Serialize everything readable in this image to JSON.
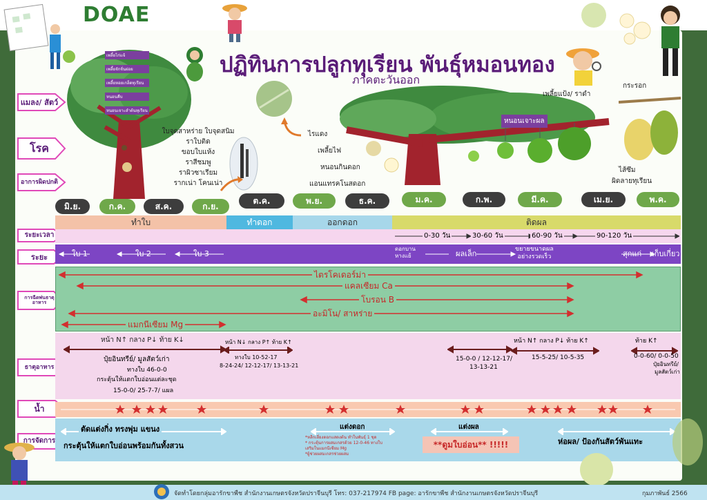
{
  "logo": "DOAE",
  "title": "ปฏิทินการปลูกทุเรียน พันธุ์หมอนทอง",
  "subtitle": "ภาคตะวันออก",
  "side_labels": {
    "pests": "แมลง/ สัตว์",
    "disease": "โรค",
    "disorder": "อาการผิดปกติ",
    "duration": "ระยะเวลา",
    "stage": "ระยะ",
    "nutrient_spray": "การฉีดพ่นธาตุอาหาร",
    "fertilizer": "ธาตุอาหาร",
    "water": "น้ำ",
    "management": "การจัดการ"
  },
  "tree_tags": [
    "เพลี้ยไก่แจ้",
    "เพลี้ยจักจั่นฝอย",
    "เพลี้ยหอยเกล็ดทุเรียน",
    "หนอนคืบ",
    "หนอนเจาะลำต้นทุเรียน"
  ],
  "disease_text": [
    "ใบจุดสาหร่าย ใบจุดสนิม",
    "ราใบติด",
    "ขอบใบแห้ง",
    "ราสีชมพู",
    "ราผิวซาเรียม",
    "รากเน่า โคนเน่า"
  ],
  "center_pests": [
    "ไรแดง",
    "เพลี้ยไฟ",
    "หนอนกินดอก",
    "แอนแทรคโนสดอก"
  ],
  "fruit_borer": "หนอนเจาะผล",
  "right_pests": "เพลี้ยแป้ง/ ราดำ",
  "right_top": "กระรอก",
  "right_bottom": [
    "ไส้ซึม",
    "ผิดลายทุเรียน"
  ],
  "months": [
    "มิ.ย.",
    "ก.ค.",
    "ส.ค.",
    "ก.ย.",
    "ต.ค.",
    "พ.ย.",
    "ธ.ค.",
    "ม.ค.",
    "ก.พ.",
    "มี.ค.",
    "เม.ย.",
    "พ.ค."
  ],
  "stages": [
    "ทำใบ",
    "ทำดอก",
    "ออกดอก",
    "ติดผล"
  ],
  "durations": [
    "0-30 วัน",
    "30-60 วัน",
    "60-90 วัน",
    "90-120 วัน"
  ],
  "stage_row": {
    "leaf1": "ใบ 1",
    "leaf2": "ใบ 2",
    "leaf3": "ใบ 3",
    "bloom_a": "ดอกบาน",
    "bloom_b": "หางแย้",
    "small_fruit": "ผลเล็ก",
    "grow_a": "ขยายขนาดผล",
    "grow_b": "อย่างรวดเร็ว",
    "ripe": "สุกแก่",
    "harvest": "เก็บเกี่ยว"
  },
  "spray": [
    "ไตรโคเดอร์ม่า",
    "แคลเซียม Ca",
    "โบรอน B",
    "อะมิโน/ สาหร่าย",
    "แมกนีเซียม Mg"
  ],
  "fert": {
    "g1_head": "หน้า N↑   กลาง P↓   ท้าย K↓",
    "g1_a": "ปุ๋ยอินทรีย์/ มูลสัตว์เก่า",
    "g1_b": "ทางใบ 46-0-0",
    "g1_c": "กระตุ้นให้แตกใบอ่อนแต่ละชุด",
    "g1_d": "15-0-0/ 25-7-7/ แผล",
    "g2_head": "หน้า N↓  กลาง P↑  ท้าย K↑",
    "g2_a": "ทางใบ 10-52-17",
    "g2_b": "8-24-24/ 12-12-17/ 13-13-21",
    "g3_a": "15-0-0 / 12-12-17/",
    "g3_b": "13-13-21",
    "g4_head": "หน้า N↑  กลาง P↓  ท้าย K↑",
    "g4_a": "15-5-25/ 10-5-35",
    "g5_head": "ท้าย K↑",
    "g5_a": "0-0-60/ 0-0-50",
    "g5_b": "ปุ๋ยอินทรีย์/",
    "g5_c": "มูลสัตว์เก่า"
  },
  "manage": {
    "m1_a": "ตัดแต่งกิ่ง ทรงพุ่ม แขนง",
    "m1_b": "กระตุ้นให้แตกใบอ่อนพร้อมกันทั้งสวน",
    "m2_head": "แต่งดอก",
    "m2_a": "*หลีกเลี่ยงดอกแสดงต้น ทำในพันธุ์ 1 ชุด",
    "m2_b": "* กระตุ้นการผสมเกสรด้วย 12-0-46 ทางใบ",
    "m2_c": "เสริมในแมกนีเซียม Mg",
    "m2_d": "*ผู้ช่วยผสมเกสรช่วยผสม",
    "m3_head": "แต่งผล",
    "m3_note": "**ดูมใบอ่อน** !!!!!",
    "m4": "ห่อผล/ ป้องกันสัตว์พันแทะ"
  },
  "footer": "จัดทำโดยกลุ่มอารักขาพืช สำนักงานเกษตรจังหวัดปราจีนบุรี โทร: 037-217974 FB page: อารักขาพืช สำนักงานเกษตรจังหวัดปราจีนบุรี",
  "date": "กุมภาพันธ์ 2566",
  "colors": {
    "purple": "#5a1c78",
    "green_band": "#8ecda4",
    "pink_band": "#f4d7ec",
    "water_band": "#f9c9b0",
    "manage_band": "#a9d8ea",
    "stage_purple": "#7d45c4",
    "arrow_red": "#d32f2f"
  }
}
